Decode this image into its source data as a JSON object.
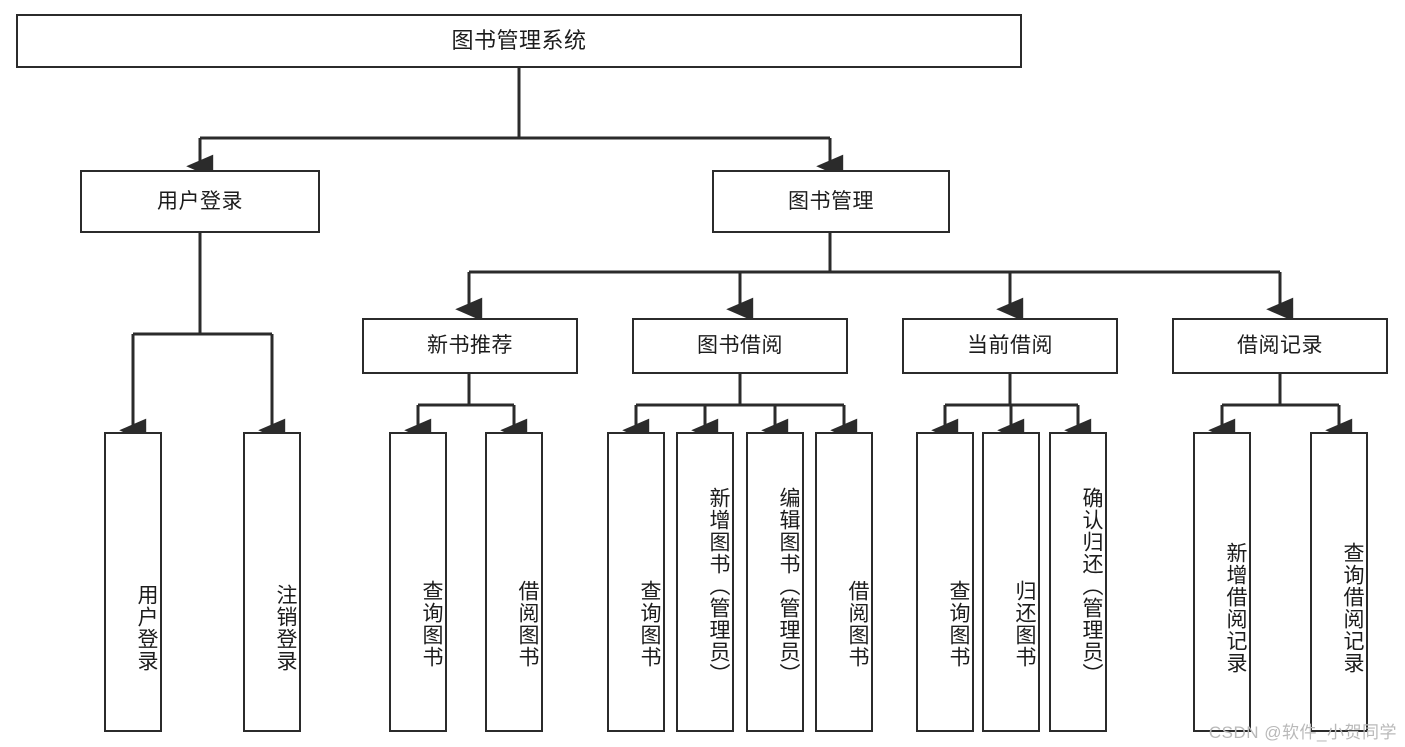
{
  "diagram": {
    "type": "tree",
    "title": "图书管理系统",
    "root": {
      "id": "root",
      "label": "图书管理系统"
    },
    "level2": [
      {
        "id": "user-login",
        "label": "用户登录"
      },
      {
        "id": "book-manage",
        "label": "图书管理"
      }
    ],
    "level3": [
      {
        "id": "new-book-rec",
        "label": "新书推荐"
      },
      {
        "id": "book-borrow",
        "label": "图书借阅"
      },
      {
        "id": "current-borrow",
        "label": "当前借阅"
      },
      {
        "id": "borrow-record",
        "label": "借阅记录"
      }
    ],
    "leaves": {
      "user_login": [
        {
          "id": "leaf-user-login",
          "label": "用户登录"
        },
        {
          "id": "leaf-logout-login",
          "label": "注销登录"
        }
      ],
      "new_book_rec": [
        {
          "id": "leaf-query-book-1",
          "label": "查询图书"
        },
        {
          "id": "leaf-borrow-book-1",
          "label": "借阅图书"
        }
      ],
      "book_borrow": [
        {
          "id": "leaf-query-book-2",
          "label": "查询图书"
        },
        {
          "id": "leaf-add-book",
          "label": "新增图书（管理员）"
        },
        {
          "id": "leaf-edit-book",
          "label": "编辑图书（管理员）"
        },
        {
          "id": "leaf-borrow-book-2",
          "label": "借阅图书"
        }
      ],
      "current_borrow": [
        {
          "id": "leaf-query-book-3",
          "label": "查询图书"
        },
        {
          "id": "leaf-return-book",
          "label": "归还图书"
        },
        {
          "id": "leaf-confirm-return",
          "label": "确认归还（管理员）"
        }
      ],
      "borrow_record": [
        {
          "id": "leaf-add-record",
          "label": "新增借阅记录"
        },
        {
          "id": "leaf-query-record",
          "label": "查询借阅记录"
        }
      ]
    },
    "colors": {
      "stroke": "#2b2b2b",
      "fill": "#ffffff",
      "text": "#1c1c1c",
      "watermark": "#b9b9b9"
    }
  },
  "watermark": {
    "text": "CSDN @软件_小贺同学"
  }
}
